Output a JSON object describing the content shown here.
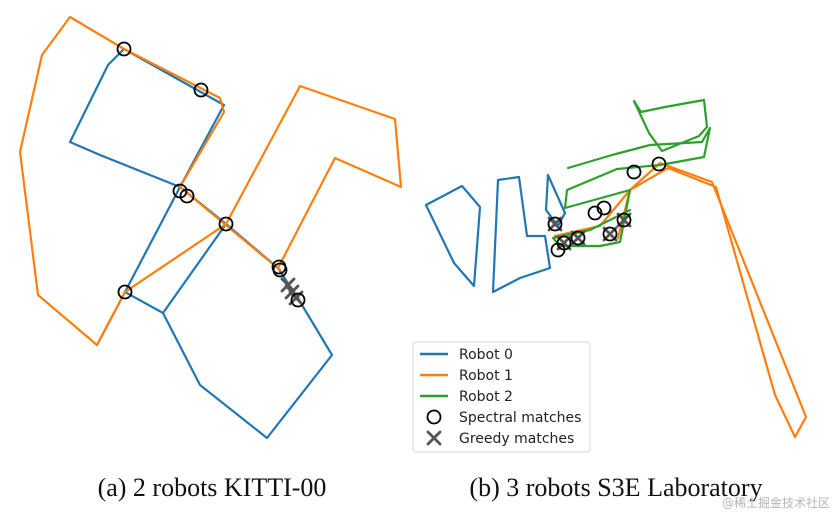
{
  "chart_data": [
    {
      "type": "line",
      "caption": "(a) 2 robots KITTI-00",
      "series": [
        {
          "name": "Robot 0",
          "color": "#1f77b4",
          "paths": [
            [
              [
                124,
                49
              ],
              [
                108,
                65
              ],
              [
                70,
                142
              ],
              [
                100,
                155
              ],
              [
                180,
                187
              ],
              [
                125,
                292
              ],
              [
                97,
                345
              ]
            ],
            [
              [
                124,
                49
              ],
              [
                224,
                105
              ],
              [
                180,
                187
              ],
              [
                226,
                224
              ],
              [
                278,
                268
              ],
              [
                299,
                300
              ],
              [
                332,
                355
              ],
              [
                267,
                438
              ],
              [
                200,
                385
              ],
              [
                163,
                313
              ],
              [
                125,
                292
              ]
            ],
            [
              [
                226,
                224
              ],
              [
                163,
                313
              ]
            ]
          ]
        },
        {
          "name": "Robot 1",
          "color": "#ff7f0e",
          "paths": [
            [
              [
                124,
                49
              ],
              [
                220,
                98
              ],
              [
                224,
                112
              ],
              [
                180,
                187
              ],
              [
                280,
                270
              ]
            ],
            [
              [
                124,
                49
              ],
              [
                70,
                17
              ],
              [
                42,
                55
              ],
              [
                20,
                152
              ],
              [
                38,
                295
              ],
              [
                97,
                345
              ],
              [
                125,
                292
              ],
              [
                226,
                224
              ],
              [
                300,
                86
              ],
              [
                395,
                119
              ],
              [
                401,
                187
              ],
              [
                335,
                158
              ],
              [
                278,
                268
              ]
            ]
          ]
        }
      ],
      "markers": {
        "spectral": [
          [
            124,
            49
          ],
          [
            201,
            90
          ],
          [
            180,
            191
          ],
          [
            187,
            196
          ],
          [
            226,
            224
          ],
          [
            279,
            267
          ],
          [
            280,
            270
          ],
          [
            298,
            300
          ],
          [
            125,
            292
          ]
        ],
        "greedy": [
          [
            288,
            285
          ],
          [
            296,
            298
          ],
          [
            292,
            292
          ]
        ]
      }
    },
    {
      "type": "line",
      "caption": "(b) 3 robots S3E Laboratory",
      "series": [
        {
          "name": "Robot 0",
          "color": "#1f77b4",
          "paths": [
            [
              [
                426,
                205
              ],
              [
                462,
                186
              ],
              [
                480,
                207
              ],
              [
                474,
                286
              ],
              [
                454,
                263
              ],
              [
                426,
                205
              ]
            ],
            [
              [
                498,
                180
              ],
              [
                519,
                177
              ],
              [
                527,
                236
              ],
              [
                545,
                236
              ],
              [
                550,
                268
              ],
              [
                520,
                278
              ],
              [
                493,
                292
              ],
              [
                498,
                180
              ]
            ],
            [
              [
                548,
                175
              ],
              [
                565,
                213
              ],
              [
                558,
                226
              ],
              [
                546,
                210
              ],
              [
                548,
                175
              ]
            ]
          ]
        },
        {
          "name": "Robot 1",
          "color": "#ff7f0e",
          "paths": [
            [
              [
                555,
                236
              ],
              [
                600,
                226
              ],
              [
                630,
                190
              ],
              [
                660,
                163
              ],
              [
                712,
                182
              ],
              [
                806,
                417
              ],
              [
                795,
                437
              ],
              [
                775,
                395
              ],
              [
                716,
                187
              ],
              [
                668,
                168
              ],
              [
                630,
                190
              ],
              [
                618,
                238
              ]
            ]
          ]
        },
        {
          "name": "Robot 2",
          "color": "#2ca02c",
          "paths": [
            [
              [
                634,
                101
              ],
              [
                649,
                133
              ],
              [
                662,
                151
              ],
              [
                699,
                136
              ],
              [
                707,
                127
              ],
              [
                704,
                100
              ],
              [
                665,
                107
              ],
              [
                641,
                112
              ],
              [
                634,
                101
              ]
            ],
            [
              [
                568,
                168
              ],
              [
                612,
                155
              ],
              [
                650,
                145
              ],
              [
                702,
                142
              ],
              [
                710,
                128
              ],
              [
                704,
                157
              ],
              [
                660,
                165
              ],
              [
                617,
                169
              ],
              [
                567,
                190
              ],
              [
                565,
                208
              ],
              [
                630,
                190
              ],
              [
                625,
                216
              ],
              [
                620,
                242
              ],
              [
                600,
                246
              ],
              [
                560,
                246
              ],
              [
                553,
                238
              ],
              [
                590,
                230
              ],
              [
                630,
                210
              ]
            ]
          ]
        }
      ],
      "markers": {
        "spectral": [
          [
            659,
            164
          ],
          [
            634,
            172
          ],
          [
            604,
            208
          ],
          [
            595,
            213
          ],
          [
            624,
            220
          ],
          [
            610,
            234
          ],
          [
            578,
            238
          ],
          [
            564,
            243
          ],
          [
            558,
            250
          ],
          [
            555,
            224
          ]
        ],
        "greedy": [
          [
            555,
            224
          ],
          [
            578,
            238
          ],
          [
            610,
            234
          ],
          [
            624,
            220
          ],
          [
            564,
            243
          ]
        ]
      },
      "legend": {
        "placement": "lower-left",
        "entries": [
          {
            "label": "Robot 0",
            "kind": "line",
            "color": "#1f77b4"
          },
          {
            "label": "Robot 1",
            "kind": "line",
            "color": "#ff7f0e"
          },
          {
            "label": "Robot 2",
            "kind": "line",
            "color": "#2ca02c"
          },
          {
            "label": "Spectral matches",
            "kind": "circle",
            "color": "#000000"
          },
          {
            "label": "Greedy matches",
            "kind": "cross",
            "color": "#555555"
          }
        ]
      }
    }
  ],
  "watermark": "@稀土掘金技术社区"
}
